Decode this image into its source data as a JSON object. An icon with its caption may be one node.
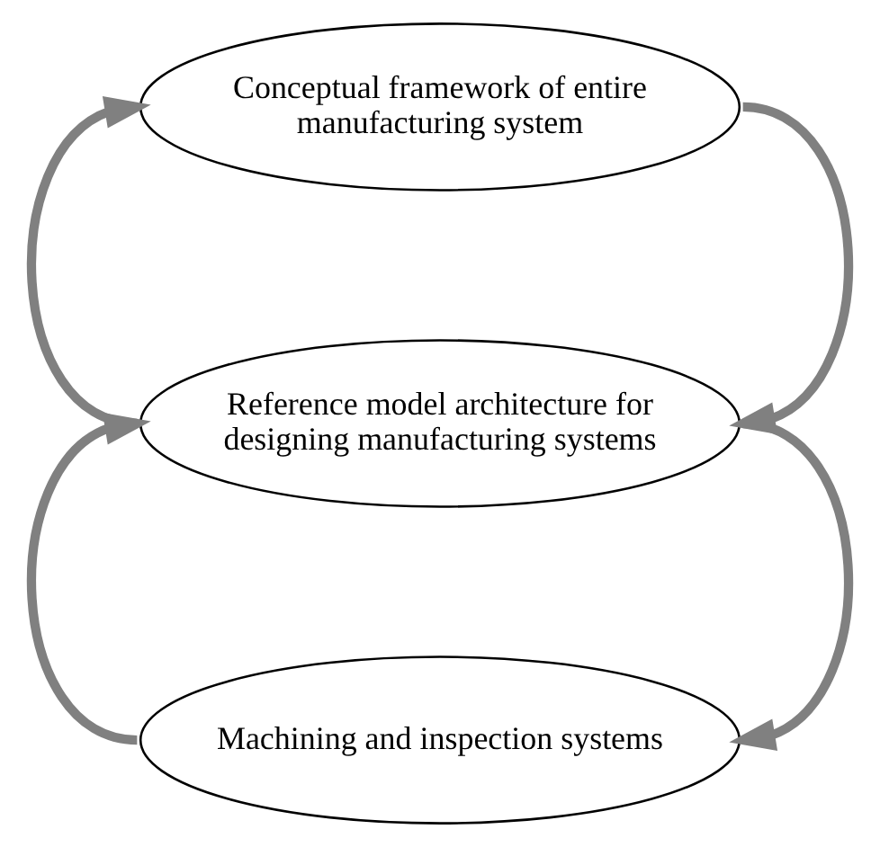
{
  "diagram": {
    "nodes": [
      {
        "text": [
          "Conceptual framework of entire manufacturing system"
        ]
      },
      {
        "text": [
          "Reference model architecture for designing manufacturing systems"
        ]
      },
      {
        "text": [
          "Machining and inspection systems"
        ]
      }
    ],
    "edges": [
      {
        "from": 0,
        "to": 1,
        "arrow": "to"
      },
      {
        "from": 1,
        "to": 0,
        "arrow": "to"
      },
      {
        "from": 1,
        "to": 2,
        "arrow": "to"
      },
      {
        "from": 2,
        "to": 1,
        "arrow": "to"
      }
    ]
  }
}
